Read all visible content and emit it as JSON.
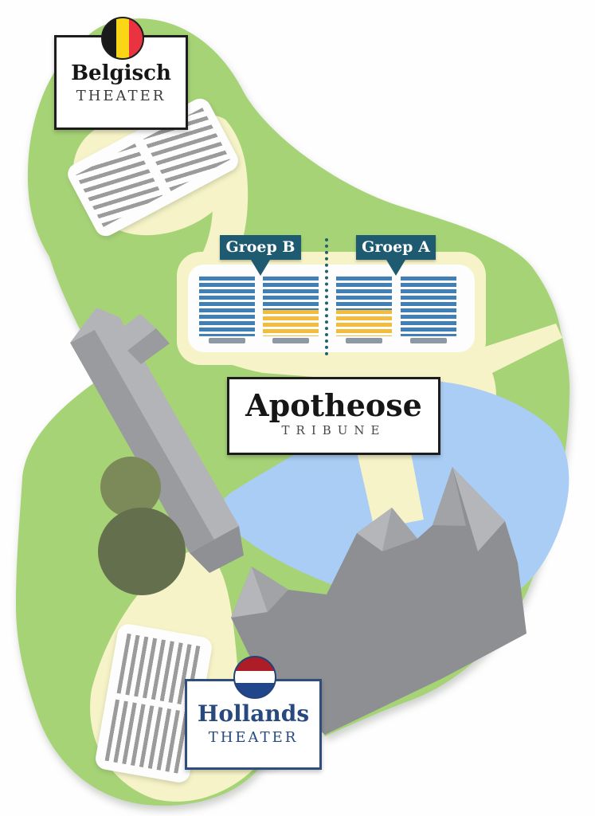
{
  "map": {
    "labels": {
      "belgisch_theater": {
        "title": "Belgisch",
        "subtitle": "THEATER",
        "flag": "belgian-flag"
      },
      "hollands_theater": {
        "title": "Hollands",
        "subtitle": "THEATER",
        "flag": "dutch-flag"
      },
      "apotheose_tribune": {
        "title": "Apotheose",
        "subtitle": "TRIBUNE"
      }
    },
    "tribune": {
      "group_badges": [
        {
          "label": "Groep B"
        },
        {
          "label": "Groep A"
        }
      ],
      "blocks": [
        {
          "pattern": "blue"
        },
        {
          "pattern": "blue-yellow"
        },
        {
          "pattern": "blue-yellow"
        },
        {
          "pattern": "blue"
        }
      ]
    },
    "colors": {
      "grass": "#a7d377",
      "path": "#f7f3c8",
      "water": "#a9cdf4",
      "seat_blue": "#4180b7",
      "seat_yellow": "#f3bc3c",
      "group_badge": "#1e5b70",
      "castle_gray": "#8e8f93",
      "tree_light": "#7c8a5a",
      "tree_dark": "#646f4e",
      "belgian_flag": [
        "#1a1a1a",
        "#fbd616",
        "#ea3340"
      ],
      "dutch_flag": [
        "#ae1c28",
        "#ffffff",
        "#21468b"
      ]
    }
  }
}
